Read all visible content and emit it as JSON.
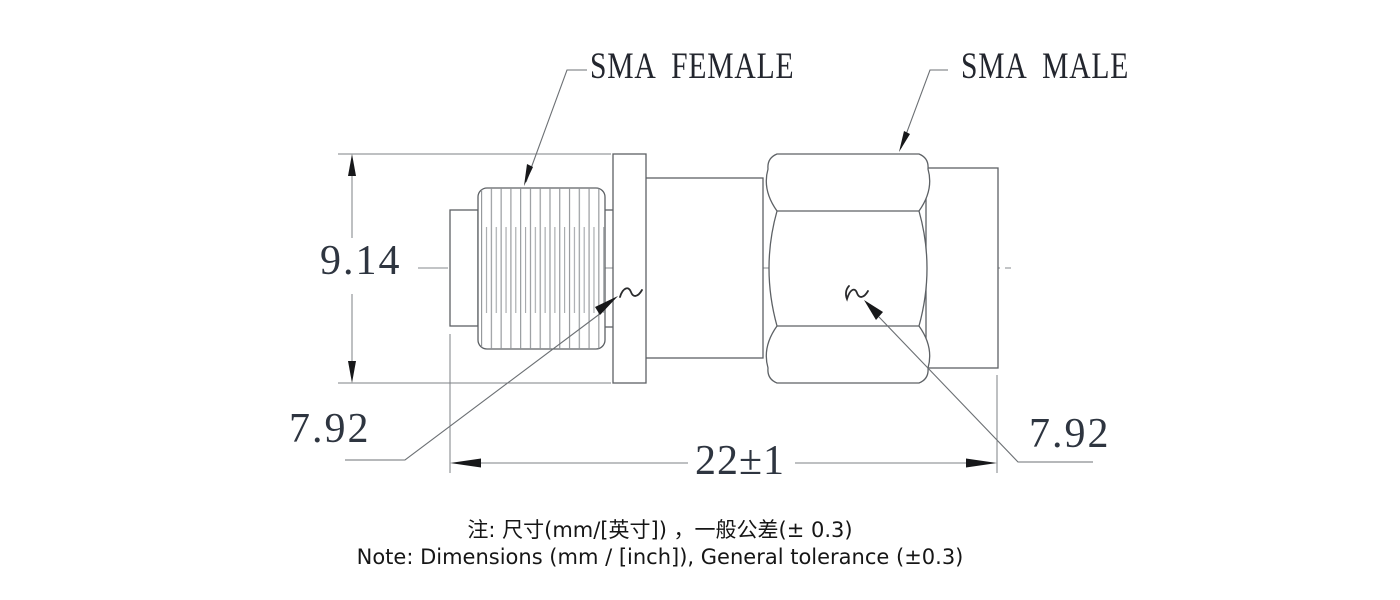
{
  "drawing": {
    "labels": {
      "female": "SMA FEMALE",
      "male": "SMA MALE"
    },
    "dimensions": {
      "flange_diameter": "9.14",
      "female_thread": "7.92",
      "overall_length": "22±1",
      "male_thread": "7.92"
    },
    "notes": {
      "line1_zh": "注: 尺寸(mm/[英寸]) ，一般公差(± 0.3)",
      "line2_en": "Note: Dimensions (mm / [inch]), General tolerance (±0.3)"
    },
    "colors": {
      "background": "#ffffff",
      "outline": "#5d6165",
      "thin_line": "#7d8185",
      "knurl_line": "#8f9296",
      "arrow": "#17181a",
      "dimension_text": "#2e3540",
      "note_text": "#161616"
    }
  }
}
